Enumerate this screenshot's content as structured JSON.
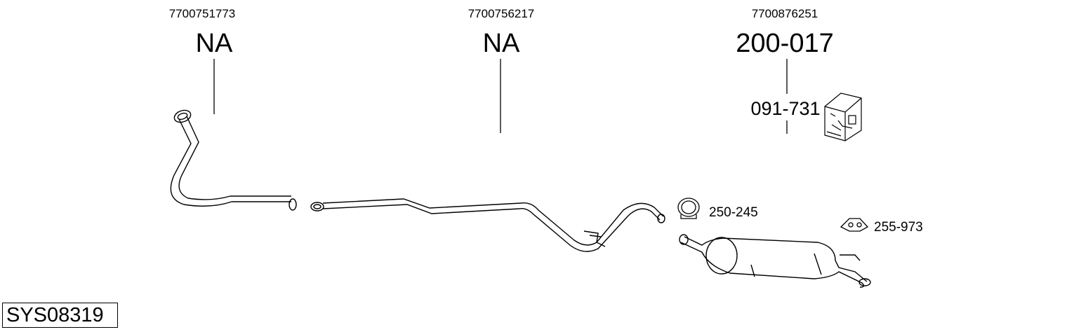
{
  "parts": [
    {
      "oem": "7700751773",
      "code": "NA"
    },
    {
      "oem": "7700756217",
      "code": "NA"
    },
    {
      "oem": "7700876251",
      "code": "200-017",
      "sub_code": "091-731"
    }
  ],
  "accessories": {
    "clamp": "250-245",
    "hanger": "255-973"
  },
  "system_id": "SYS08319"
}
